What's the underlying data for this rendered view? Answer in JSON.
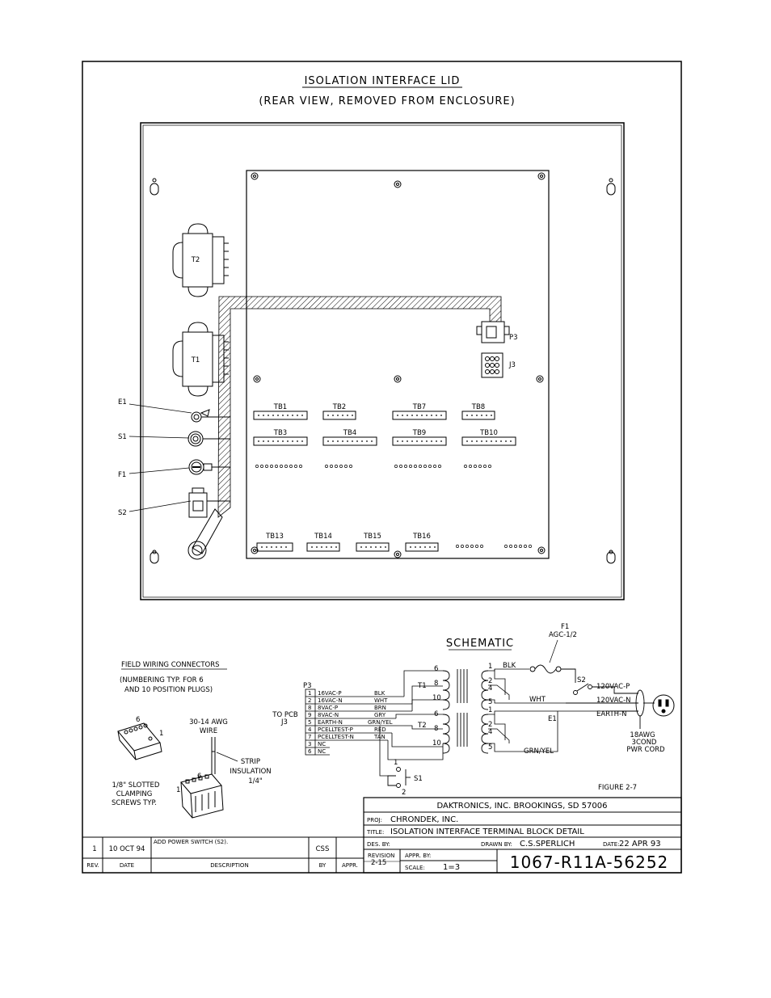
{
  "header": {
    "title": "ISOLATION INTERFACE LID",
    "subtitle": "(REAR VIEW, REMOVED FROM ENCLOSURE)"
  },
  "panel": {
    "transformers": [
      "T2",
      "T1"
    ],
    "callouts": [
      "E1",
      "S1",
      "F1",
      "S2"
    ],
    "connector_p3": "P3",
    "connector_j3": "J3",
    "terminal_blocks_row1": [
      "TB1",
      "TB2",
      "TB7",
      "TB8"
    ],
    "terminal_blocks_row2": [
      "TB3",
      "TB4",
      "TB9",
      "TB10"
    ],
    "terminal_blocks_row3": [
      "TB13",
      "TB14",
      "TB15",
      "TB16"
    ]
  },
  "field_wiring": {
    "title": "FIELD WIRING CONNECTORS",
    "note_line1": "(NUMBERING TYP. FOR 6",
    "note_line2": "AND 10 POSITION PLUGS)",
    "wire_line1": "30-14 AWG",
    "wire_line2": "WIRE",
    "strip_line1": "STRIP",
    "strip_line2": "INSULATION",
    "strip_line3": "1/4\"",
    "screws_line1": "1/8\" SLOTTED",
    "screws_line2": "CLAMPING",
    "screws_line3": "SCREWS TYP.",
    "pin_high": "6",
    "pin_low": "1"
  },
  "schematic": {
    "title": "SCHEMATIC",
    "p3_label": "P3",
    "to_pcb_line1": "TO PCB",
    "to_pcb_line2": "J3",
    "pins": [
      {
        "num": "1",
        "signal": "16VAC-P",
        "color": "BLK"
      },
      {
        "num": "2",
        "signal": "16VAC-N",
        "color": "WHT"
      },
      {
        "num": "8",
        "signal": "8VAC-P",
        "color": "BRN"
      },
      {
        "num": "9",
        "signal": "8VAC-N",
        "color": "GRY"
      },
      {
        "num": "5",
        "signal": "EARTH-N",
        "color": "GRN/YEL"
      },
      {
        "num": "4",
        "signal": "PCELLTEST-P",
        "color": "RED"
      },
      {
        "num": "7",
        "signal": "PCELLTEST-N",
        "color": "TAN"
      },
      {
        "num": "3",
        "signal": "NC",
        "color": ""
      },
      {
        "num": "6",
        "signal": "NC",
        "color": ""
      }
    ],
    "t1": "T1",
    "t2": "T2",
    "tap_6": "6",
    "tap_8": "8",
    "tap_10": "10",
    "pri_1": "1",
    "pri_2": "2",
    "pri_4": "4",
    "pri_5": "5",
    "blk": "BLK",
    "wht": "WHT",
    "grn_yel": "GRN/YEL",
    "fuse_name": "F1",
    "fuse_rating": "AGC-1/2",
    "switch_s2": "S2",
    "p120": "120VAC-P",
    "n120": "120VAC-N",
    "earth": "EARTH-N",
    "e1": "E1",
    "s1": "S1",
    "s1_pin1": "1",
    "s1_pin2": "2",
    "cord_line1": "18AWG",
    "cord_line2": "3COND",
    "cord_line3": "PWR CORD",
    "figure": "FIGURE 2-7"
  },
  "title_block": {
    "company": "DAKTRONICS, INC.   BROOKINGS, SD 57006",
    "proj_label": "PROJ:",
    "proj": "CHRONDEK, INC.",
    "title_label": "TITLE:",
    "title": "ISOLATION INTERFACE TERMINAL BLOCK DETAIL",
    "des_label": "DES. BY:",
    "drawn_label": "DRAWN BY:",
    "drawn_by": "C.S.SPERLICH",
    "date_label": "DATE:",
    "date": "22 APR 93",
    "revision_label": "REVISION",
    "revision": "2-15",
    "appr_label": "APPR. BY:",
    "scale_label": "SCALE:",
    "scale": "1=3",
    "drawing_number": "1067-R11A-56252"
  },
  "revision_table": {
    "headers": [
      "REV.",
      "DATE",
      "DESCRIPTION",
      "BY",
      "APPR."
    ],
    "rows": [
      {
        "rev": "1",
        "date": "10 OCT 94",
        "description": "ADD POWER SWITCH (S2).",
        "by": "CSS",
        "appr": ""
      }
    ]
  }
}
